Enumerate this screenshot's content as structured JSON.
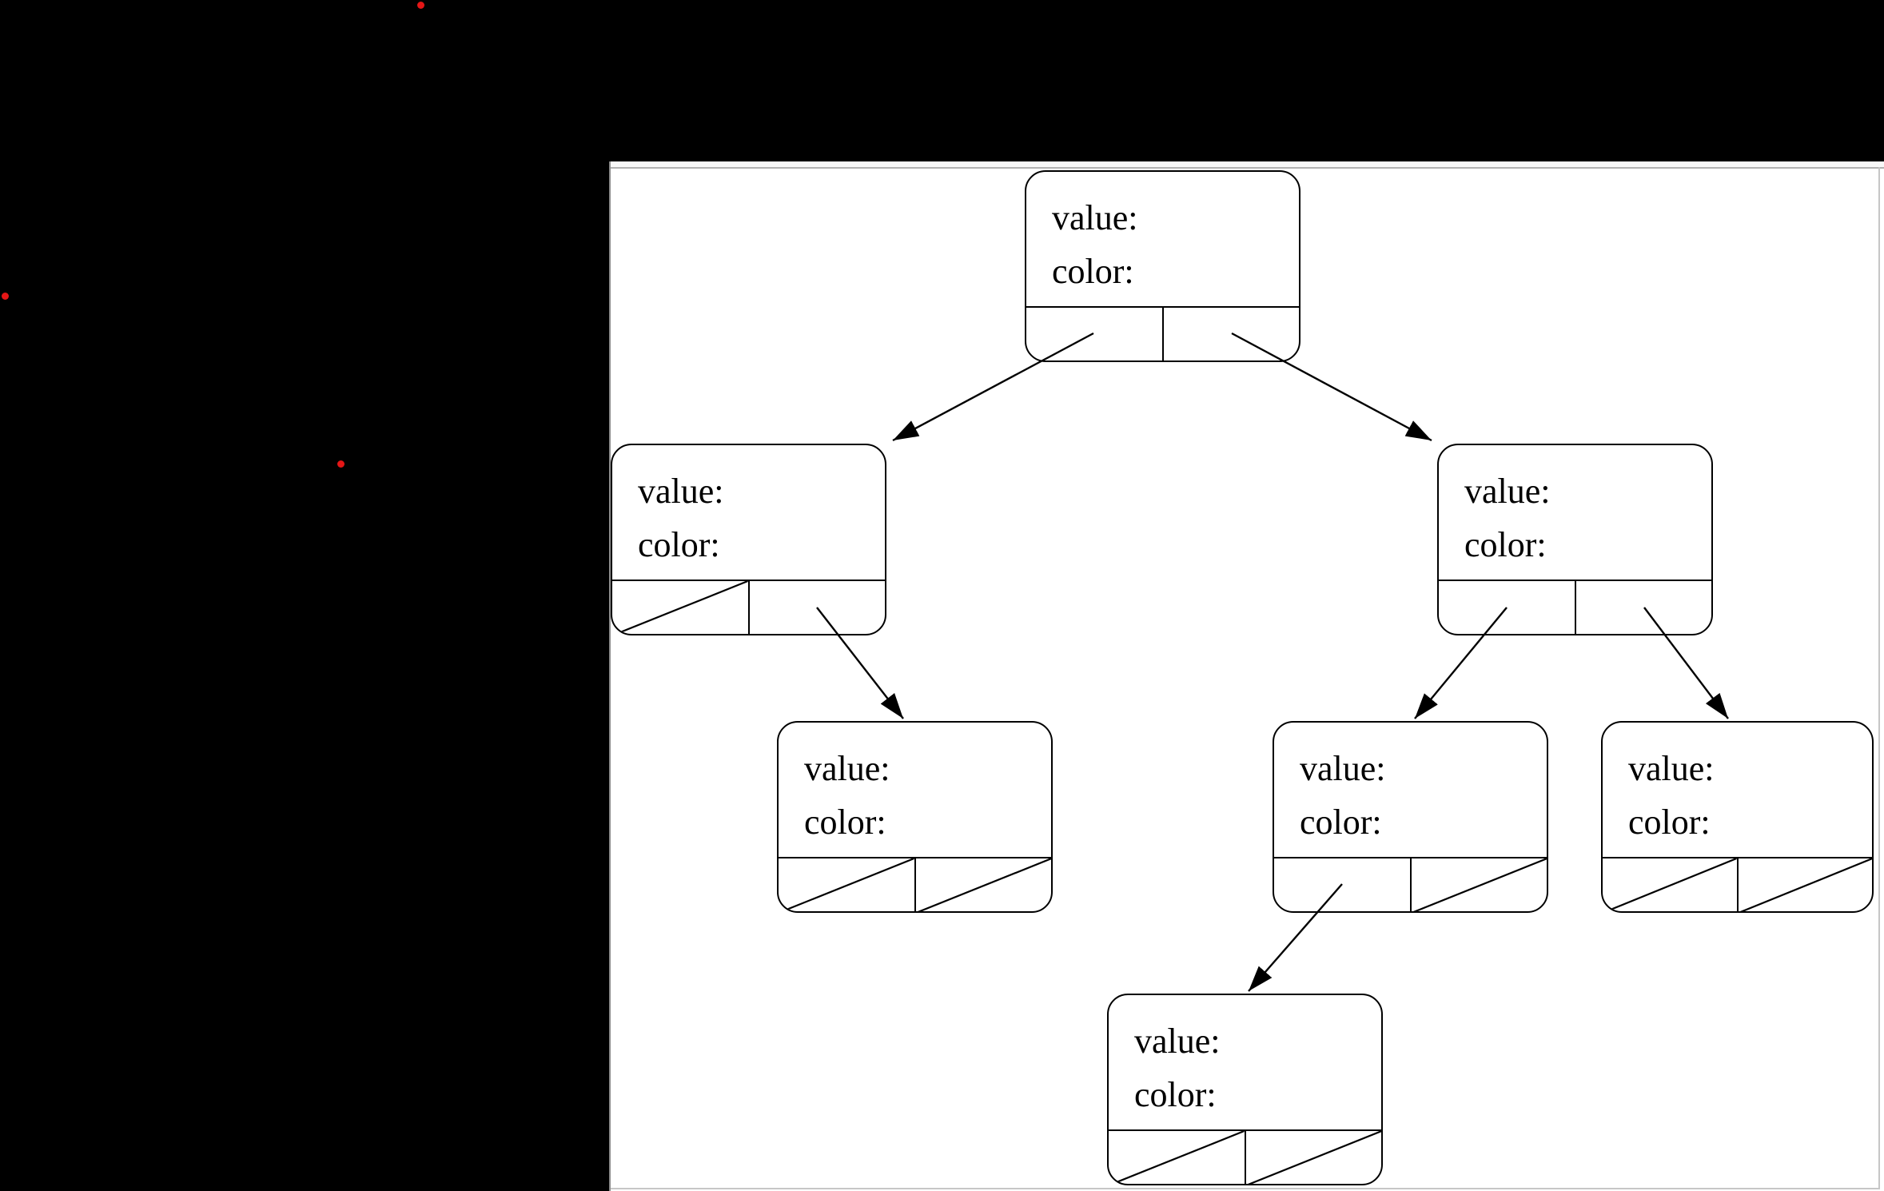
{
  "colors": {
    "canvas_background": "#000000",
    "page_background": "#ffffff",
    "line_color": "#000000",
    "page_border_gray": "#b2b2b2",
    "marker_red": "#e41616"
  },
  "markers": {
    "red_dot_count": 3
  },
  "tree": {
    "node_type": "red-black tree node",
    "nodes": [
      {
        "id": "root",
        "value_label": "value:",
        "color_label": "color:",
        "left_pointer": "child",
        "right_pointer": "child"
      },
      {
        "id": "left",
        "value_label": "value:",
        "color_label": "color:",
        "left_pointer": "null",
        "right_pointer": "child"
      },
      {
        "id": "right",
        "value_label": "value:",
        "color_label": "color:",
        "left_pointer": "child",
        "right_pointer": "child"
      },
      {
        "id": "left-right",
        "value_label": "value:",
        "color_label": "color:",
        "left_pointer": "null",
        "right_pointer": "null"
      },
      {
        "id": "right-left",
        "value_label": "value:",
        "color_label": "color:",
        "left_pointer": "child",
        "right_pointer": "null"
      },
      {
        "id": "right-right",
        "value_label": "value:",
        "color_label": "color:",
        "left_pointer": "null",
        "right_pointer": "null"
      },
      {
        "id": "right-left-left",
        "value_label": "value:",
        "color_label": "color:",
        "left_pointer": "null",
        "right_pointer": "null"
      }
    ],
    "edges": [
      {
        "from": "root",
        "pointer": "left",
        "to": "left"
      },
      {
        "from": "root",
        "pointer": "right",
        "to": "right"
      },
      {
        "from": "left",
        "pointer": "right",
        "to": "left-right"
      },
      {
        "from": "right",
        "pointer": "left",
        "to": "right-left"
      },
      {
        "from": "right",
        "pointer": "right",
        "to": "right-right"
      },
      {
        "from": "right-left",
        "pointer": "left",
        "to": "right-left-left"
      }
    ]
  }
}
